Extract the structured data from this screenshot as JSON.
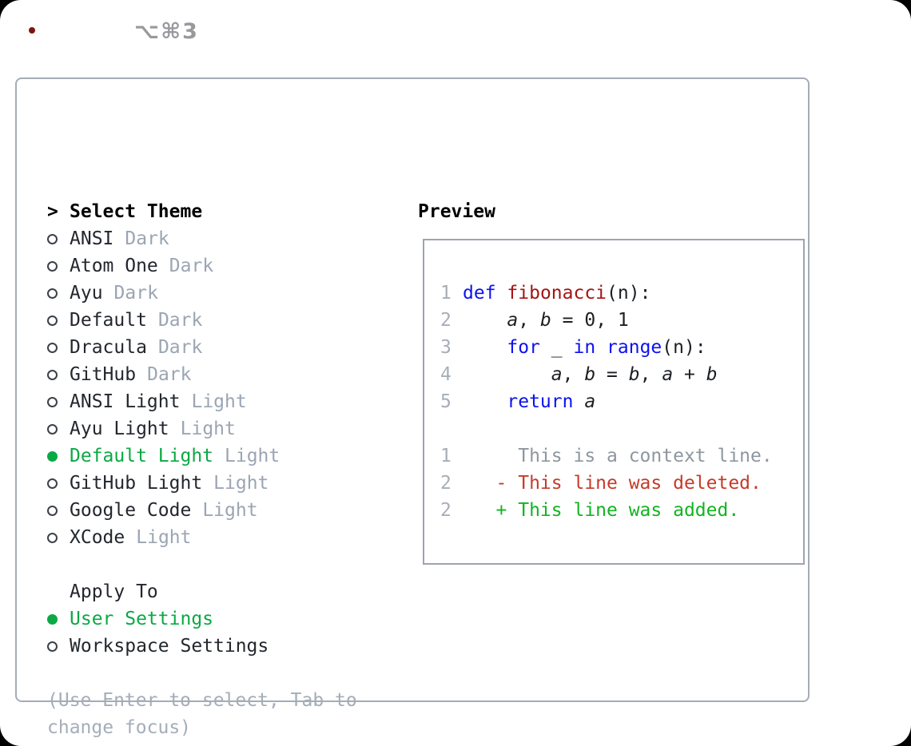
{
  "window": {
    "title": "⌥⌘3",
    "traffic_lights": {
      "red": "#ff5f57",
      "yellow": "#febc2e",
      "green": "#28c840"
    }
  },
  "colors": {
    "selection_green": "#0ba944",
    "added_green": "#11b421",
    "deleted_red": "#c53b2a",
    "keyword_blue": "#0d12ef",
    "function_dark_red": "#a31515",
    "muted_gray": "#9ba5b3",
    "panel_border": "#a6acb6"
  },
  "theme_list": {
    "prompt": ">",
    "header": "Select Theme",
    "items": [
      {
        "name": "ANSI",
        "tag": "Dark",
        "selected": false
      },
      {
        "name": "Atom One",
        "tag": "Dark",
        "selected": false
      },
      {
        "name": "Ayu",
        "tag": "Dark",
        "selected": false
      },
      {
        "name": "Default",
        "tag": "Dark",
        "selected": false
      },
      {
        "name": "Dracula",
        "tag": "Dark",
        "selected": false
      },
      {
        "name": "GitHub",
        "tag": "Dark",
        "selected": false
      },
      {
        "name": "ANSI Light",
        "tag": "Light",
        "selected": false
      },
      {
        "name": "Ayu Light",
        "tag": "Light",
        "selected": false
      },
      {
        "name": "Default Light",
        "tag": "Light",
        "selected": true
      },
      {
        "name": "GitHub Light",
        "tag": "Light",
        "selected": false
      },
      {
        "name": "Google Code",
        "tag": "Light",
        "selected": false
      },
      {
        "name": "XCode",
        "tag": "Light",
        "selected": false
      }
    ]
  },
  "apply_to": {
    "header": "Apply To",
    "options": [
      {
        "name": "User Settings",
        "selected": true
      },
      {
        "name": "Workspace Settings",
        "selected": false
      }
    ]
  },
  "footer": {
    "lines": [
      "(Use Enter to select, Tab to",
      "change focus)"
    ]
  },
  "preview": {
    "header": "Preview",
    "lines": [
      {
        "num": "1",
        "segments": [
          {
            "text": "def",
            "color": "keyword"
          },
          {
            "text": " "
          },
          {
            "text": "fibonacci",
            "color": "function"
          },
          {
            "text": "(n):"
          }
        ]
      },
      {
        "num": "2",
        "segments": [
          {
            "text": "    "
          },
          {
            "text": "a",
            "italic": true
          },
          {
            "text": ", "
          },
          {
            "text": "b",
            "italic": true
          },
          {
            "text": " = 0, 1"
          }
        ]
      },
      {
        "num": "3",
        "segments": [
          {
            "text": "    "
          },
          {
            "text": "for",
            "color": "keyword"
          },
          {
            "text": " _ "
          },
          {
            "text": "in",
            "color": "keyword"
          },
          {
            "text": " "
          },
          {
            "text": "range",
            "color": "keyword"
          },
          {
            "text": "(n):"
          }
        ]
      },
      {
        "num": "4",
        "segments": [
          {
            "text": "        "
          },
          {
            "text": "a",
            "italic": true
          },
          {
            "text": ", "
          },
          {
            "text": "b",
            "italic": true
          },
          {
            "text": " = "
          },
          {
            "text": "b",
            "italic": true
          },
          {
            "text": ", "
          },
          {
            "text": "a",
            "italic": true
          },
          {
            "text": " + "
          },
          {
            "text": "b",
            "italic": true
          }
        ]
      },
      {
        "num": "5",
        "segments": [
          {
            "text": "    "
          },
          {
            "text": "return",
            "color": "keyword"
          },
          {
            "text": " "
          },
          {
            "text": "a",
            "italic": true
          }
        ]
      },
      {
        "num": "",
        "segments": []
      },
      {
        "num": "1",
        "segments": [
          {
            "text": "     This is a context line.",
            "color": "context"
          }
        ]
      },
      {
        "num": "2",
        "segments": [
          {
            "text": "   - This line was deleted.",
            "color": "deleted"
          }
        ]
      },
      {
        "num": "2",
        "segments": [
          {
            "text": "   + This line was added.",
            "color": "added"
          }
        ]
      }
    ]
  }
}
